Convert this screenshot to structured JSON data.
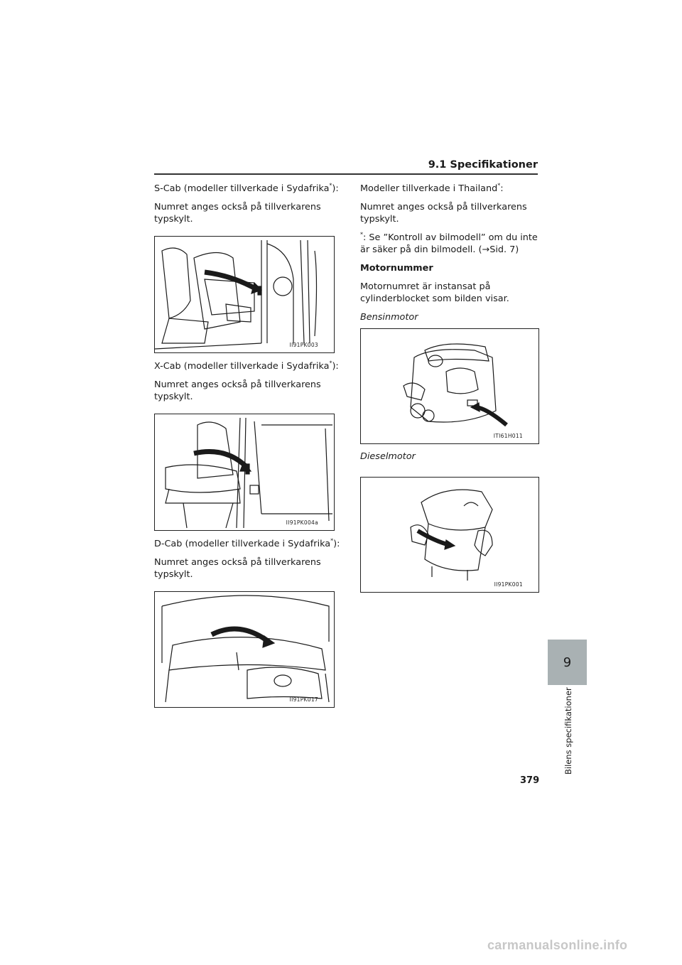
{
  "header": {
    "section_title": "9.1  Specifikationer"
  },
  "left": {
    "s_cab": {
      "heading": "S-Cab (modeller tillverkade i Sydafrika",
      "sup": "*",
      "tail": "):",
      "body": "Numret anges också på tillverkarens typskylt.",
      "fig_code": "II91PK003"
    },
    "x_cab": {
      "heading": "X-Cab (modeller tillverkade i Sydafrika",
      "sup": "*",
      "tail": "):",
      "body": "Numret anges också på tillverkarens typskylt.",
      "fig_code": "II91PK004a"
    },
    "d_cab": {
      "heading": "D-Cab (modeller tillverkade i Sydafrika",
      "sup": "*",
      "tail": "):",
      "body": "Numret anges också på tillverkarens typskylt.",
      "fig_code": "II91PK017"
    }
  },
  "right": {
    "thailand": {
      "heading": "Modeller tillverkade i Thailand",
      "sup": "*",
      "tail": ":",
      "body": "Numret anges också på tillverkarens typskylt."
    },
    "footnote": {
      "sup": "*",
      "text": ": Se ”Kontroll av bilmodell” om du inte är säker på din bilmodell. (→Sid. 7)"
    },
    "engine": {
      "title": "Motornummer",
      "body": "Motornumret är instansat på cylinderblocket som bilden visar.",
      "petrol_label": "Bensinmotor",
      "petrol_fig_code": "ITI61H011",
      "diesel_label": "Dieselmotor",
      "diesel_fig_code": "II91PK001"
    }
  },
  "side_tab": {
    "number": "9",
    "label": "Bilens specifikationer"
  },
  "page_number": "379",
  "watermark": "carmanualsonline.info"
}
